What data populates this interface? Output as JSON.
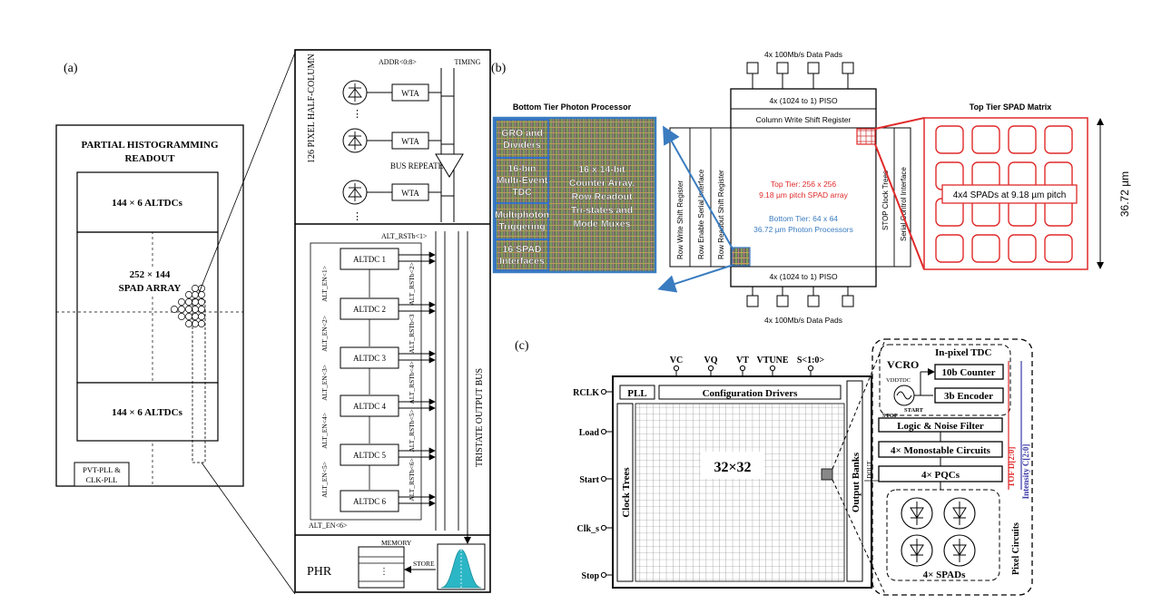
{
  "panel_labels": {
    "a": "(a)",
    "b": "(b)",
    "c": "(c)"
  },
  "panel_a": {
    "title_line1": "PARTIAL HISTOGRAMMING",
    "title_line2": "READOUT",
    "altdcs_top": "144 × 6 ALTDCs",
    "spad_line1": "252 × 144",
    "spad_line2": "SPAD ARRAY",
    "altdcs_bottom": "144 × 6 ALTDCs",
    "pll_line1": "PVT-PLL &",
    "pll_line2": "CLK-PLL",
    "addr": "ADDR<0:8>",
    "timing": "TIMING",
    "half_column": "126 PIXEL HALF-COLUMN",
    "wta": "WTA",
    "bus_repeater": "BUS REPEATER",
    "alt_rstb1": "ALT_RSTb<1>",
    "altdc": [
      "ALTDC 1",
      "ALTDC 2",
      "ALTDC 3",
      "ALTDC 4",
      "ALTDC 5",
      "ALTDC 6"
    ],
    "alt_en": [
      "ALT_EN<1>",
      "ALT_EN<2>",
      "ALT_EN<3>",
      "ALT_EN<4>",
      "ALT_EN<5>"
    ],
    "alt_en6": "ALT_EN<6>",
    "alt_rstb": [
      "ALT_RSTb<2>",
      "ALT_RSTb<3",
      "ALT_RSTb<4>",
      "ALT_RSTb<5>",
      "ALT_RSTb<6>"
    ],
    "tristate": "TRISTATE OUTPUT BUS",
    "phr": "PHR",
    "memory": "MEMORY",
    "store": "STORE"
  },
  "panel_b": {
    "data_pads_top": "4x 100Mb/s Data Pads",
    "piso_top": "4x (1024 to 1) PISO",
    "col_write": "Column Write Shift Register",
    "bottom_title": "Bottom Tier Photon Processor",
    "top_title": "Top Tier SPAD Matrix",
    "gro": [
      "GRO and",
      "Dividers"
    ],
    "bins": [
      "16-bin",
      "Multi-Event",
      "TDC"
    ],
    "multiphoton": [
      "Multiphoton",
      "Triggering"
    ],
    "spad_if": [
      "16 SPAD",
      "Interfaces"
    ],
    "counter": [
      "16 x 14-bit",
      "Counter Array,",
      "Row Readout",
      "Tri-states and",
      "Mode Muxes"
    ],
    "row_write": "Row Write Shift Register",
    "row_enable": "Row Enable Serial Interface",
    "row_readout": "Row Readout Shift Register",
    "top_tier_1": "Top Tier: 256 x 256",
    "top_tier_2": "9.18 µm pitch SPAD array",
    "bottom_tier_1": "Bottom Tier: 64 x 64",
    "bottom_tier_2": "36.72 µm Photon Processors",
    "stop_clock": "STOP Clock Trees",
    "serial_ctrl": "Serial Control Interface",
    "spads_pitch": "4x4 SPADs at 9.18 µm pitch",
    "dimension": "36.72 µm",
    "piso_bottom": "4x (1024 to 1) PISO",
    "data_pads_bottom": "4x 100Mb/s Data Pads",
    "colors": {
      "red": "#e02a2a",
      "blue": "#3a7cc0"
    }
  },
  "panel_c": {
    "vc": "VC",
    "vq": "VQ",
    "vt": "VT",
    "vtune": "VTUNE",
    "s": "S<1:0>",
    "pll": "PLL",
    "config": "Configuration Drivers",
    "rclk": "RCLK",
    "load": "Load",
    "start": "Start",
    "clk_s": "Clk_s",
    "stop": "Stop",
    "clock_trees": "Clock Trees",
    "array": "32×32",
    "output_banks": "Output Banks",
    "dout": "DOUT",
    "vcro": "VCRO",
    "inpixel": "In-pixel TDC",
    "vddtdc": "VDDTDC",
    "counter10": "10b Counter",
    "encoder3": "3b Encoder",
    "start_sig": "START",
    "stop_sig": "STOP",
    "logic": "Logic & Noise Filter",
    "mono": "4× Monostable Circuits",
    "pqc": "4× PQCs",
    "spads": "4× SPADs",
    "pixel_circuits": "Pixel Circuits",
    "tof": "TOF D[2:0]",
    "intensity": "Intensity C[2:0]"
  }
}
